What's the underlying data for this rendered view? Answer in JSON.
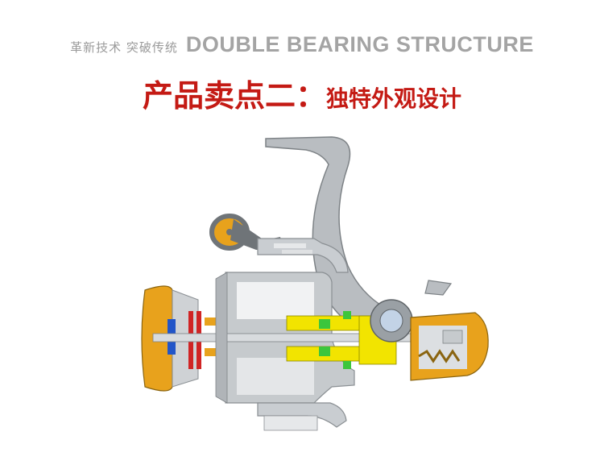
{
  "header": {
    "tagline": "革新技术 突破传统",
    "structure_title": "DOUBLE BEARING STRUCTURE"
  },
  "headline": {
    "main": "产品卖点二：",
    "sub": "独特外观设计"
  },
  "figure": {
    "subject": "spinning-reel-cutaway",
    "colors": {
      "body_gray": "#b8bcc0",
      "dark_gray": "#6f7478",
      "gold": "#e8a21c",
      "yellow": "#f2e400",
      "green": "#3cc63c",
      "blue": "#2255c8",
      "red": "#d02424",
      "headline_red": "#c41a14"
    }
  }
}
